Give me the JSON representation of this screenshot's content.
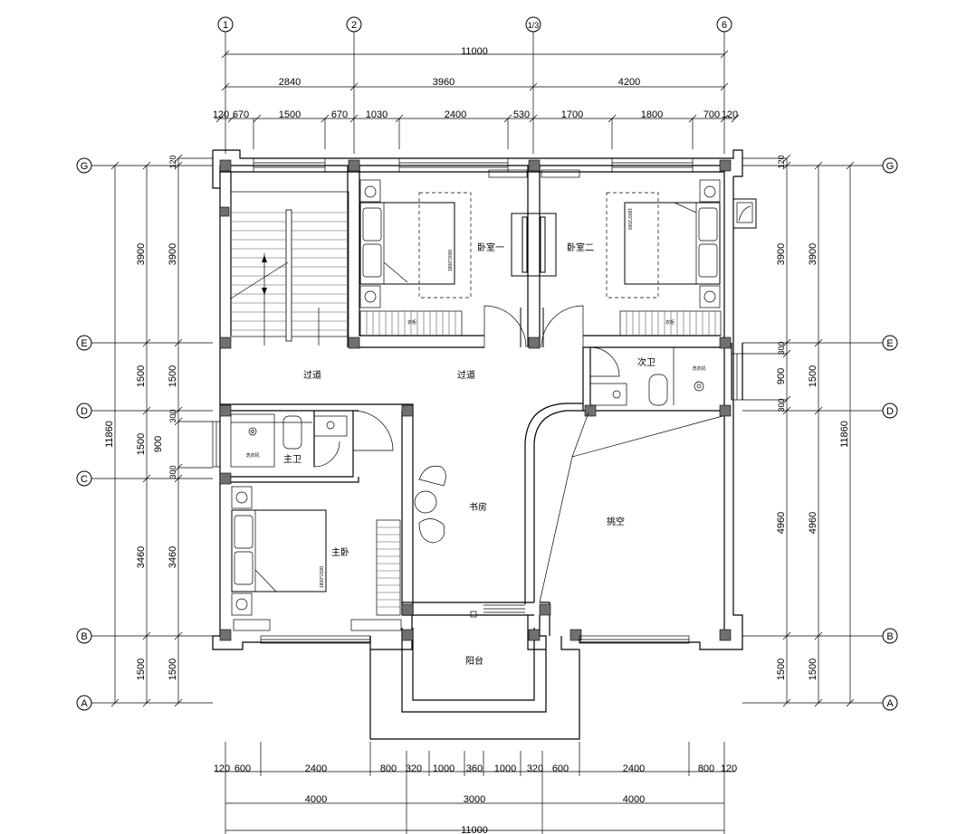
{
  "grid_axes": {
    "top": [
      "1",
      "2",
      "1/3",
      "6"
    ],
    "sides": [
      "G",
      "E",
      "D",
      "C",
      "B",
      "A"
    ]
  },
  "top_dimensions": {
    "overall": "11000",
    "spans": [
      "2840",
      "3960",
      "4200"
    ],
    "detail": [
      "120",
      "670",
      "1500",
      "670",
      "1030",
      "2400",
      "530",
      "1700",
      "1800",
      "700",
      "120"
    ]
  },
  "bottom_dimensions": {
    "detail": [
      "120",
      "600",
      "2400",
      "800",
      "320",
      "1000",
      "360",
      "1000",
      "320",
      "600",
      "2400",
      "800",
      "120"
    ],
    "spans": [
      "4000",
      "3000",
      "4000"
    ],
    "overall": "11000"
  },
  "left_dimensions": {
    "overall": "11860",
    "outer": [
      "3900",
      "1500",
      "1500",
      "3460",
      "1500"
    ],
    "inner": [
      "120",
      "3900",
      "1500",
      "300",
      "900",
      "300",
      "3460",
      "1500"
    ]
  },
  "right_dimensions": {
    "overall": "11860",
    "outer": [
      "3900",
      "1500",
      "4960",
      "1500"
    ],
    "inner": [
      "120",
      "3900",
      "300",
      "900",
      "300",
      "4960",
      "1500"
    ]
  },
  "rooms": {
    "hall_left": "过道",
    "hall_center": "过道",
    "bedroom_one": "卧室一",
    "bedroom_two": "卧室二",
    "second_bath": "次卫",
    "laundry": "洗衣机",
    "master_bath": "主卫",
    "master_laundry": "洗衣机",
    "master_bedroom": "主卧",
    "study": "书房",
    "void": "挑空",
    "balcony": "阳台"
  },
  "bed_size_labels": {
    "bed_one": "1800*2000",
    "bed_two": "1800*2000",
    "bed_master": "1800*2100"
  },
  "wardrobe_label": "衣柜"
}
